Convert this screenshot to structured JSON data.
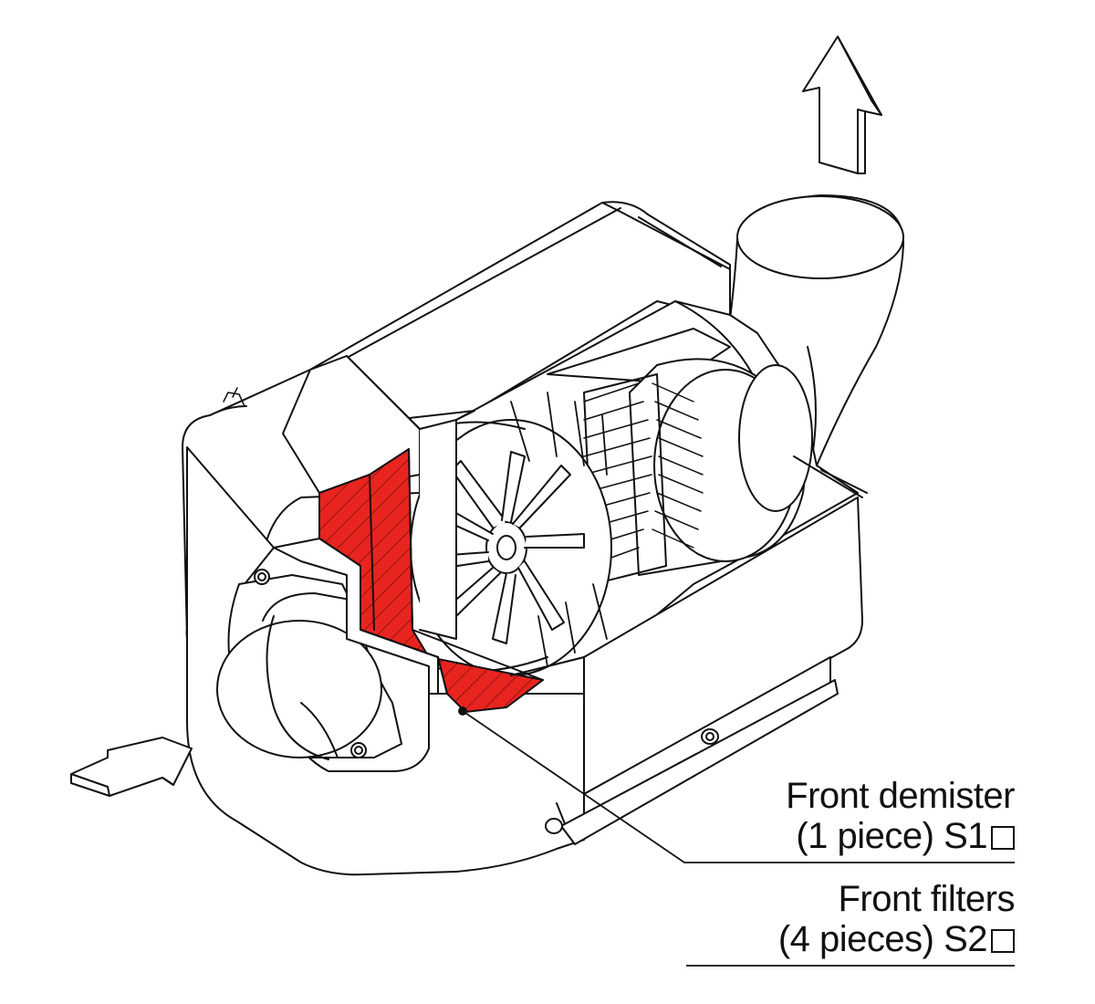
{
  "labels": {
    "demister_line1": "Front demister",
    "demister_line2": "(1 piece) S1",
    "filters_line1": "Front filters",
    "filters_line2": "(4 pieces) S2"
  },
  "colors": {
    "line": "#111111",
    "fill": "#ffffff",
    "highlight": "#e8241f"
  },
  "icons": {
    "outlet": "arrow-up-icon",
    "inlet": "arrow-right-icon"
  }
}
